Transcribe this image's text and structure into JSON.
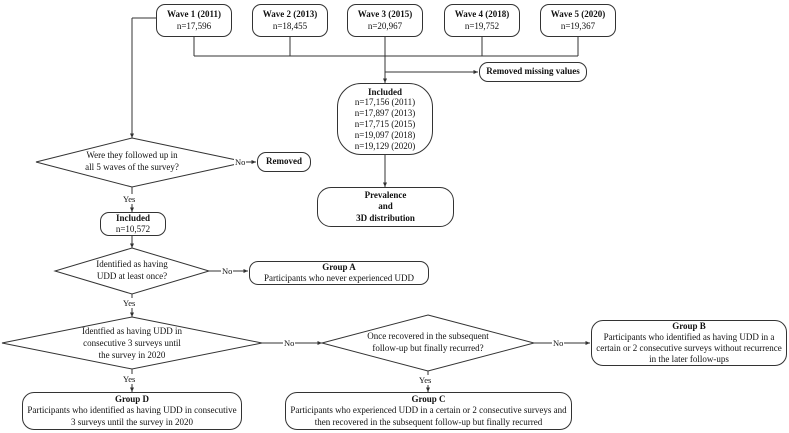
{
  "waves": [
    {
      "title": "Wave 1 (2011)",
      "n": "n=17,596"
    },
    {
      "title": "Wave 2 (2013)",
      "n": "n=18,455"
    },
    {
      "title": "Wave 3 (2015)",
      "n": "n=20,967"
    },
    {
      "title": "Wave 4 (2018)",
      "n": "n=19,752"
    },
    {
      "title": "Wave 5 (2020)",
      "n": "n=19,367"
    }
  ],
  "removed_missing": "Removed missing values",
  "included_top": {
    "title": "Included",
    "lines": [
      "n=17,156 (2011)",
      "n=17,897 (2013)",
      "n=17,715 (2015)",
      "n=19,097 (2018)",
      "n=19,129 (2020)"
    ]
  },
  "prevalence": {
    "l1": "Prevalence",
    "l2": "and",
    "l3": "3D distribution"
  },
  "q_followed": {
    "l1": "Were they followed up in",
    "l2": "all 5 waves of the survey?"
  },
  "removed": "Removed",
  "included_mid": {
    "title": "Included",
    "n": "n=10,572"
  },
  "q_udd": {
    "l1": "Identified as having",
    "l2": "UDD at least once?"
  },
  "group_a": {
    "title": "Group A",
    "desc": "Participants who never experienced UDD"
  },
  "q_consecutive": {
    "l1": "Identfied as having UDD in",
    "l2": "consecutive 3 surveys until",
    "l3": "the survey in 2020"
  },
  "q_recovered": {
    "l1": "Once recovered in the subsequent",
    "l2": "follow-up but finally recurred?"
  },
  "group_b": {
    "title": "Group B",
    "l1": "Participants who identified as having UDD in a",
    "l2": "certain or 2 consecutive surveys without recurrence",
    "l3": "in the later follow-ups"
  },
  "group_c": {
    "title": "Group C",
    "l1": "Participants who experienced UDD in a certain or 2 consecutive surveys and",
    "l2": "then recovered in the subsequent follow-up but finally recurred"
  },
  "group_d": {
    "title": "Group D",
    "l1": "Participants who identified as having UDD in consecutive",
    "l2": "3 surveys until the survey in 2020"
  },
  "labels": {
    "yes": "Yes",
    "no": "No"
  }
}
